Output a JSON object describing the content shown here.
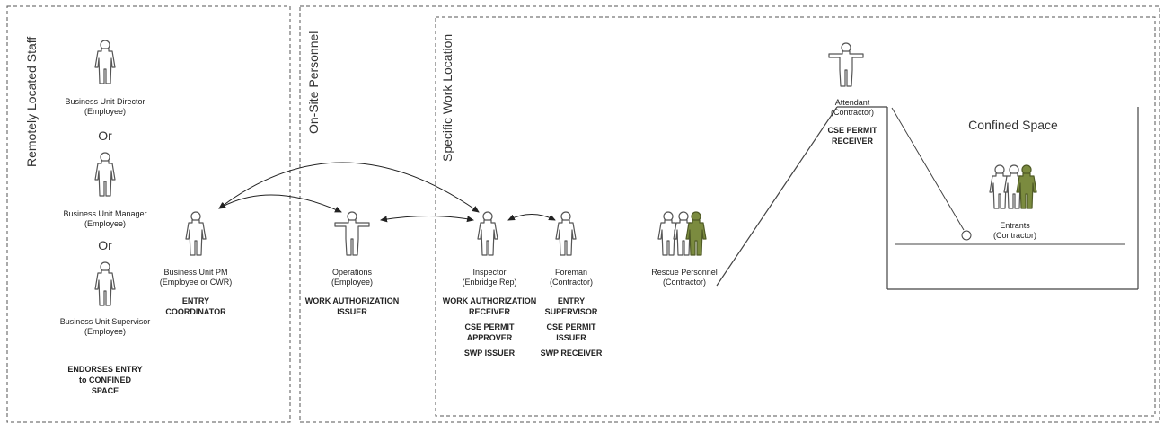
{
  "zones": {
    "remote": "Remotely Located Staff",
    "onsite": "On-Site Personnel",
    "work_location": "Specific Work Location",
    "confined_space": "Confined Space"
  },
  "or_labels": [
    "Or",
    "Or"
  ],
  "people": [
    {
      "key": "director",
      "lines": [
        "Business Unit Director",
        "(Employee)"
      ],
      "roles": []
    },
    {
      "key": "manager",
      "lines": [
        "Business Unit Manager",
        "(Employee)"
      ],
      "roles": []
    },
    {
      "key": "supervisor",
      "lines": [
        "Business Unit Supervisor",
        "(Employee)"
      ],
      "roles": []
    },
    {
      "key": "pm",
      "lines": [
        "Business Unit PM",
        "(Employee or CWR)"
      ],
      "roles": [
        "ENTRY",
        "COORDINATOR"
      ]
    },
    {
      "key": "operations",
      "lines": [
        "Operations",
        "(Employee)"
      ],
      "roles": [
        "WORK AUTHORIZATION",
        "ISSUER"
      ]
    },
    {
      "key": "inspector",
      "lines": [
        "Inspector",
        "(Enbridge Rep)"
      ],
      "roles": [
        "WORK AUTHORIZATION",
        "RECEIVER",
        "",
        "CSE PERMIT",
        "APPROVER",
        "",
        "SWP ISSUER"
      ]
    },
    {
      "key": "foreman",
      "lines": [
        "Foreman",
        "(Contractor)"
      ],
      "roles": [
        "ENTRY",
        "SUPERVISOR",
        "",
        "CSE PERMIT",
        "ISSUER",
        "",
        "SWP RECEIVER"
      ]
    },
    {
      "key": "rescue",
      "lines": [
        "Rescue Personnel",
        "(Contractor)"
      ],
      "roles": []
    },
    {
      "key": "attendant",
      "lines": [
        "Attendant",
        "(Contractor)"
      ],
      "roles": [
        "CSE PERMIT",
        "RECEIVER"
      ]
    },
    {
      "key": "entrants",
      "lines": [
        "Entrants",
        "(Contractor)"
      ],
      "roles": []
    }
  ],
  "endorse": [
    "ENDORSES ENTRY",
    "to CONFINED",
    "SPACE"
  ],
  "colors": {
    "person_fill": "#ffffff",
    "person_stroke": "#555555",
    "green": "#7b8b3f",
    "green_stroke": "#4f5a26",
    "border": "#555555"
  }
}
